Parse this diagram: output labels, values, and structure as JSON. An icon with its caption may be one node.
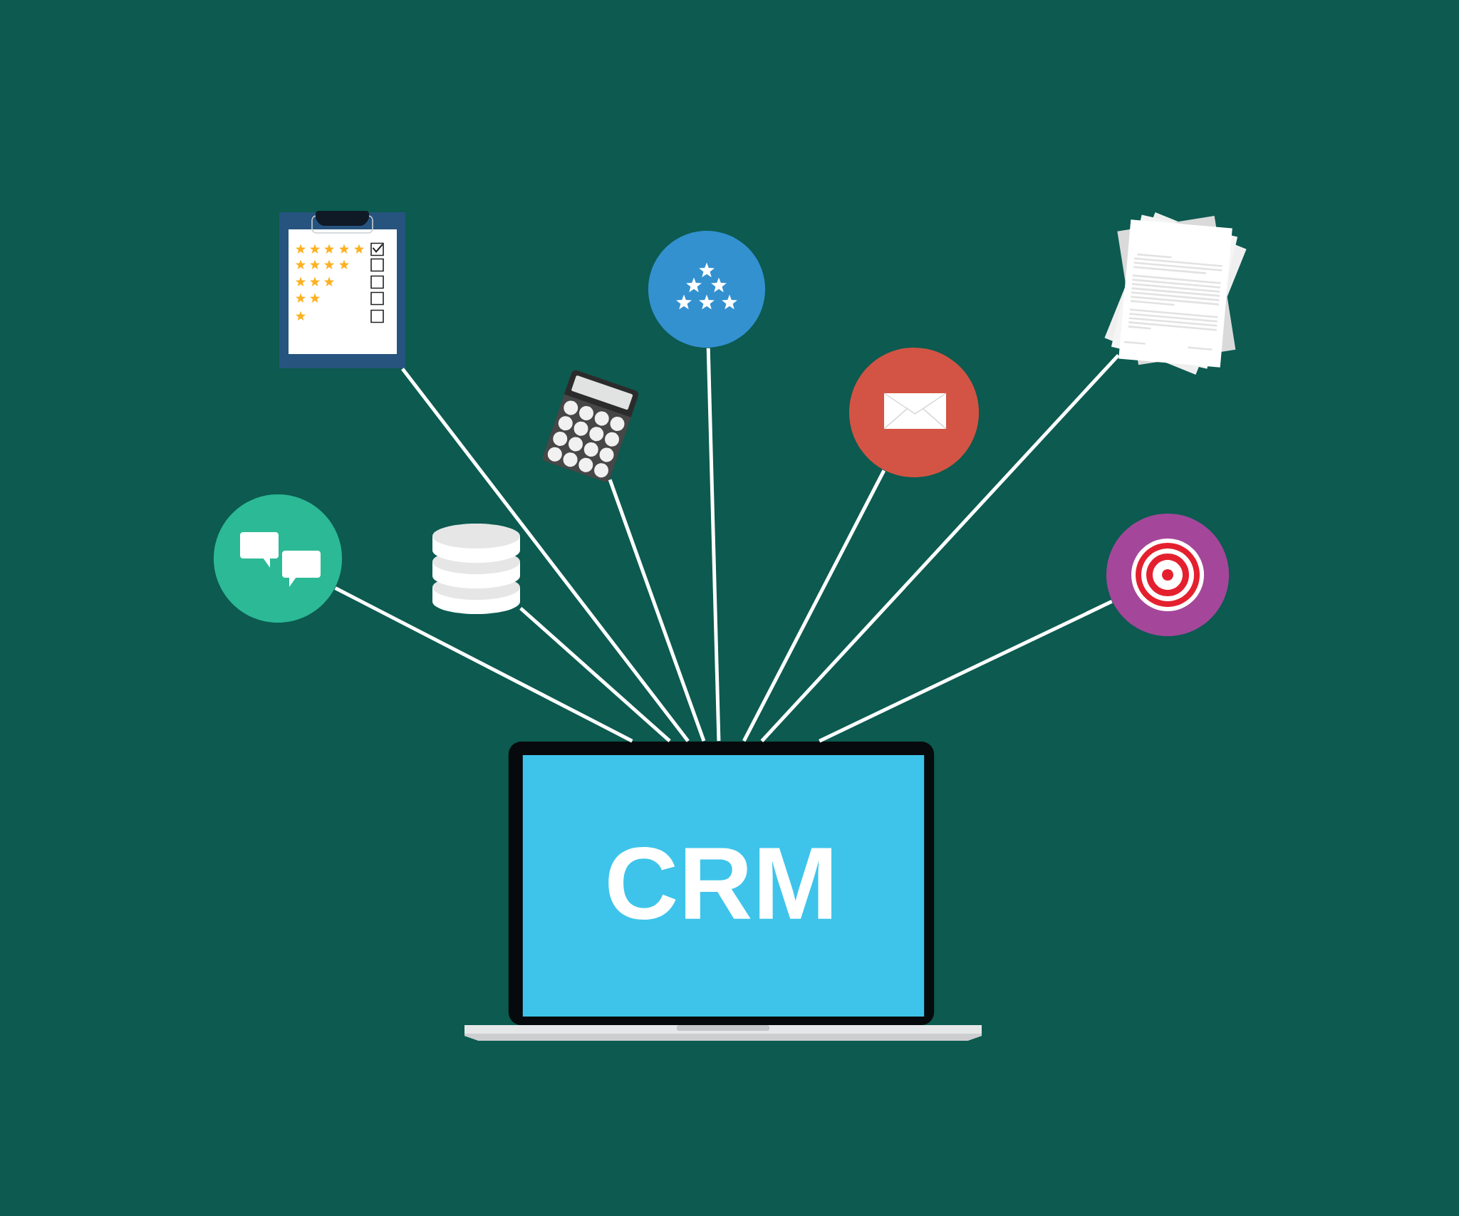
{
  "diagram": {
    "nodes": [
      {
        "text": [],
        "shape": "picture"
      },
      {
        "text": [],
        "shape": "circle"
      },
      {
        "text": [],
        "shape": "picture"
      },
      {
        "text": [],
        "shape": "picture"
      },
      {
        "text": [],
        "shape": "circle"
      },
      {
        "text": [],
        "shape": "circle"
      },
      {
        "text": [],
        "shape": "cylinder"
      },
      {
        "text": [],
        "shape": "circle"
      },
      {
        "text": [
          "CRM"
        ]
      }
    ],
    "edges": [
      {
        "from": 0,
        "to": 8,
        "arrow": "none"
      },
      {
        "from": 1,
        "to": 8,
        "arrow": "none"
      },
      {
        "from": 2,
        "to": 8,
        "arrow": "none"
      },
      {
        "from": 3,
        "to": 8,
        "arrow": "none"
      },
      {
        "from": 4,
        "to": 8,
        "arrow": "none"
      },
      {
        "from": 5,
        "to": 8,
        "arrow": "none"
      },
      {
        "from": 6,
        "to": 8,
        "arrow": "none"
      },
      {
        "from": 7,
        "to": 8,
        "arrow": "none"
      }
    ]
  }
}
